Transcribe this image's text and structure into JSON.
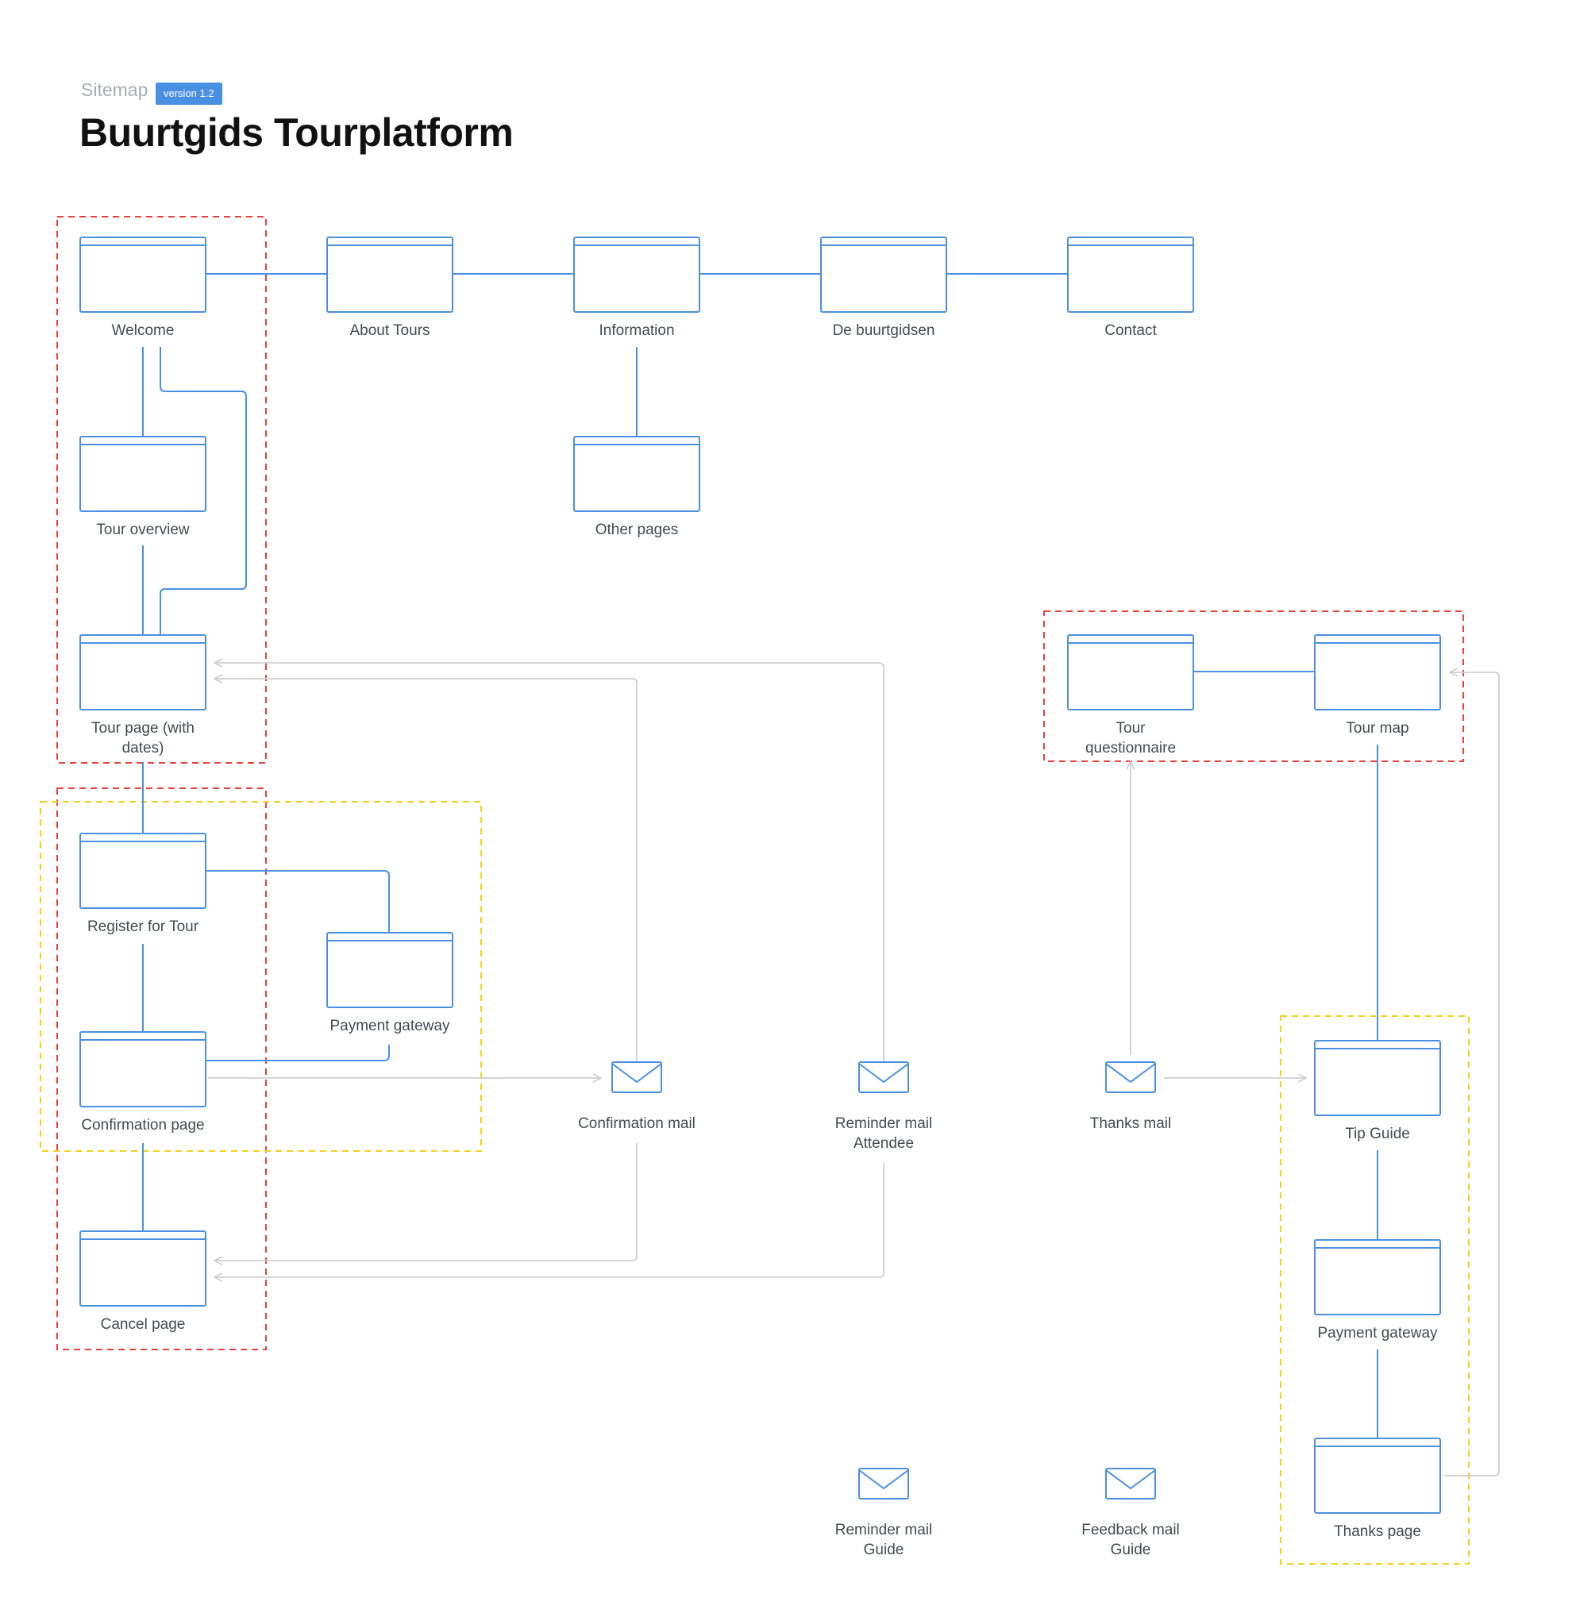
{
  "header": {
    "sitemap_label": "Sitemap",
    "version": "version 1.2",
    "title": "Buurtgids Tourplatform"
  },
  "colors": {
    "node_stroke": "#4a90e2",
    "connector": "#4a90e2",
    "mail_arrow": "#cfcfcf",
    "group_red": "#e8413b",
    "group_yellow": "#f5d11a",
    "label": "#444a50"
  },
  "nodes": [
    {
      "id": "welcome",
      "label": [
        "Welcome"
      ],
      "icon": "blank-page-icon"
    },
    {
      "id": "about-tours",
      "label": [
        "About Tours"
      ],
      "icon": "text-page-icon"
    },
    {
      "id": "information",
      "label": [
        "Information"
      ],
      "icon": "list-page-icon"
    },
    {
      "id": "de-buurtgidsen",
      "label": [
        "De buurtgidsen"
      ],
      "icon": "list-page-icon"
    },
    {
      "id": "contact",
      "label": [
        "Contact"
      ],
      "icon": "form-page-icon"
    },
    {
      "id": "tour-overview",
      "label": [
        "Tour overview"
      ],
      "icon": "list-page-icon"
    },
    {
      "id": "other-pages",
      "label": [
        "Other pages"
      ],
      "icon": "text-page-icon"
    },
    {
      "id": "tour-page",
      "label": [
        "Tour page (with",
        "dates)"
      ],
      "icon": "list-page-icon"
    },
    {
      "id": "tour-questionnaire",
      "label": [
        "Tour",
        "questionnaire"
      ],
      "icon": "form-page-icon"
    },
    {
      "id": "tour-map",
      "label": [
        "Tour map"
      ],
      "icon": "blank-page-icon"
    },
    {
      "id": "register-for-tour",
      "label": [
        "Register for Tour"
      ],
      "icon": "form-page-icon"
    },
    {
      "id": "payment-gateway-1",
      "label": [
        "Payment gateway"
      ],
      "icon": "form-page-icon"
    },
    {
      "id": "confirmation-page",
      "label": [
        "Confirmation page"
      ],
      "icon": "text-page-icon"
    },
    {
      "id": "cancel-page",
      "label": [
        "Cancel page"
      ],
      "icon": "form-page-icon"
    },
    {
      "id": "tip-guide",
      "label": [
        "Tip Guide"
      ],
      "icon": "form-page-icon"
    },
    {
      "id": "payment-gateway-2",
      "label": [
        "Payment gateway"
      ],
      "icon": "form-page-icon"
    },
    {
      "id": "thanks-page",
      "label": [
        "Thanks page"
      ],
      "icon": "text-page-icon"
    }
  ],
  "mails": [
    {
      "id": "confirmation-mail",
      "label": [
        "Confirmation mail"
      ],
      "icon": "mail-icon"
    },
    {
      "id": "reminder-mail-attendee",
      "label": [
        "Reminder mail",
        "Attendee"
      ],
      "icon": "mail-icon"
    },
    {
      "id": "thanks-mail",
      "label": [
        "Thanks mail"
      ],
      "icon": "mail-icon"
    },
    {
      "id": "reminder-mail-guide",
      "label": [
        "Reminder mail",
        "Guide"
      ],
      "icon": "mail-icon"
    },
    {
      "id": "feedback-mail-guide",
      "label": [
        "Feedback mail",
        "Guide"
      ],
      "icon": "mail-icon"
    }
  ]
}
